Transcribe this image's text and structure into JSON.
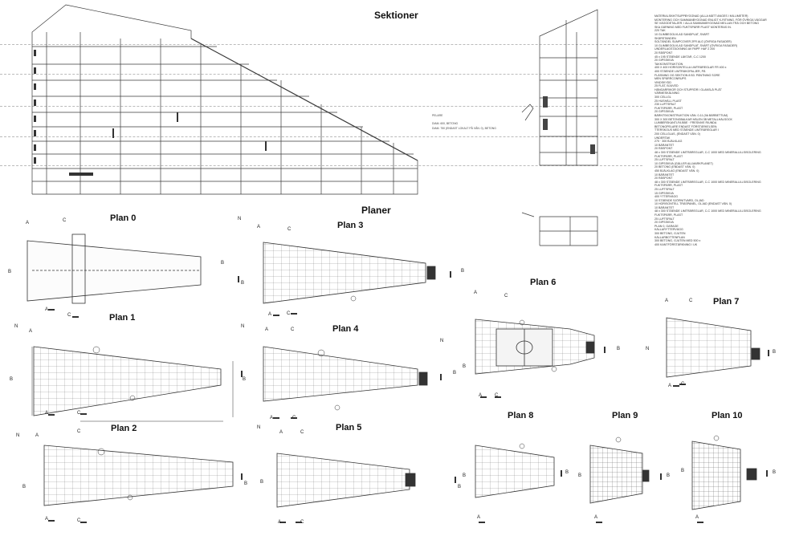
{
  "titles": {
    "sections": "Sektioner",
    "plans": "Planer",
    "plan0": "Plan 0",
    "plan1": "Plan 1",
    "plan2": "Plan 2",
    "plan3": "Plan 3",
    "plan4": "Plan 4",
    "plan5": "Plan 5",
    "plan6": "Plan 6",
    "plan7": "Plan 7",
    "plan8": "Plan 8",
    "plan9": "Plan 9",
    "plan10": "Plan 10"
  },
  "markers": {
    "a": "A",
    "b": "B",
    "c": "C",
    "n": "N"
  },
  "section_labels": {
    "pelare": "PELARE",
    "dimension1": "DIAM. 600, BETONG",
    "dimension2": "DIAM. 750 (ENDAST LOKALT PÅ VÅN. 0), BETONG"
  },
  "notes": [
    "MATERIALSKIKTSUPPBYGGNAD (ALLA MÅTT ANGES I MILLIMETER)",
    "MONTERING OCH SAMMANBYGGNAD ENLIGT K-RITNING. FÖR ÖVRIGA VÄGGAR",
    "SE VÄGGDETALJER. I ALLA SAMMANBYGGNAD MELLAN TRÄ OCH BETONG",
    "SKA GÄRNING MED FUKTSPÄRR PLAST MONTERAS IN.",
    "220 TAK",
    "10 GLIMBEGOLVLAD SANDPLAT, SVART",
    "SKÅRSTANDEN",
    "SOLTÄNDEL SUMPCOVER 2FR ALG (ÖVRIGA FASADER)",
    "10 GLIMBEGOLVLAD SANDPLAT, SVART (ÖVRIGA FASADER)",
    "UNDERLAGSTÄCKNING AV PAPP. HAF 2 200",
    "20 RÅSPONT",
    "45 x 195 STÅENDE LÄKTAR, C-C 1200",
    "20 GIPSSKIVA",
    "TAKKONSTRUKTION",
    "400 X 400 HORISONTELLA LIMTRÄREGLAR FR 400 x",
    "400 STÅENDE LIMTRÄKOPALJER, PÅ",
    "FLÄSNING OG SEKTION 8 B3. PÅNTNING SORE",
    "MEN SPÄRRCONRUPS",
    "VINDSKYDD",
    "25 FLÄT, BJUVED",
    "HÅNGARRIKOR OCH STUPRÖR I GLANSLÅ PLÅT",
    "VÄRMESKÅLNING",
    "300 CELLGL",
    "25 HUSHÅLL PLAST",
    "230 LUFTSPALT",
    "FUKTSPÄRR, PLAST",
    "20 GIPSSKIVA",
    "BÄRNTSKONSTRUKTION VÅN. 0-11 (9A BÄRBETTUM)",
    "300 X 300 BETONGBALKAR HÅLEN 3B METALLHÄLSOCK",
    "LUMBERSKANTLFA BBE · FRESNIVE RIUNDA",
    "BETONGPELARE ENDAST FÖRSTÄRKELSEN:",
    "TTERSKOUS MED STÅENDE LIMTRÄREGLAR I",
    "200 CELLGLAS, (ENDAST VÅN. 0)",
    "UNDERTAK",
    "270 · 300 BJÄLKLAG",
    "10 BÄRANTET",
    "20 RÅSPONT",
    "48 x 300 STÅENDE LIMTRÄREGLAR, C-C 1000 MED MINERALULLSISOLERING",
    "FUKTSPÄRR, PLAST",
    "25 LUFTSPALT",
    "10 GIPSSKIVA (GÄLLER ALLMARKPLANET)",
    "20 BETONG (ENDAST VÅN. 0)",
    "450 BJÄLKLAG (ENDAST VÅN. 0)",
    "10 BÄRANTET",
    "20 RÅSPONT",
    "48 x 300 STÅENDE LIMTRÄREGLAR, C-C 1000 MED MINERALULLSISOLERING",
    "FUKTSPÄRR, PLAST",
    "25 LUFTSPALT",
    "15 GIPSSKIVA",
    "400 YTTERVÄGG",
    "10 STÅENDE SJÖRNITVARD, OLJAD",
    "10 HORISONTELL TRÄSPANEL, OLJAD (ENDAST VÅN. 0)",
    "10 BÄRANTET",
    "48 x 300 STÅENDE LIMTRÄREGLAR, C-C 1000 MED MINERALULLSISOLERING",
    "FUKTSPÄRR, PLAST",
    "25 LUFTSPALT",
    "20 GIPSSKIVA",
    "PLAN 0, GARAGE",
    "KÄLLARYTTERVÄGG",
    "300 BETONG, GJUTEN",
    "KÄLLARBOTTENPLAN",
    "300 BETONG, GJUTEN MED 500 x",
    "400 KANTFÖRSTÄRKNING I UK"
  ],
  "colors": {
    "line": "#3a3a3a",
    "core": "#2b2b2b",
    "fill": "#fafafa",
    "text": "#111111"
  },
  "icons": {
    "north_arrow": "north-arrow-icon",
    "section_marker": "section-marker-icon"
  }
}
